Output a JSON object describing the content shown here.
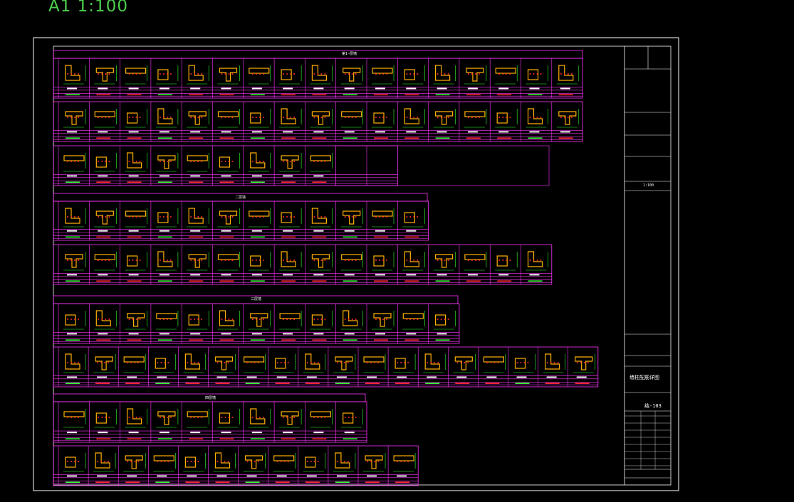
{
  "header": {
    "scale_label": "A1 1:100"
  },
  "sheet": {
    "section_titles": [
      "第1~层墙",
      "二层墙",
      "三层墙",
      "四层墙"
    ],
    "title_block": {
      "drawing_title": "墙柱配筋详图",
      "drawing_number": "结-103",
      "scale_text": "1:100"
    }
  },
  "colors": {
    "frame": "#ffffff",
    "table_lines": "#ff33ff",
    "rebar": "#ff2a2a",
    "section_fill": "#ffb000",
    "dimension": "#33ff33",
    "scale_text": "#4cd04c"
  }
}
